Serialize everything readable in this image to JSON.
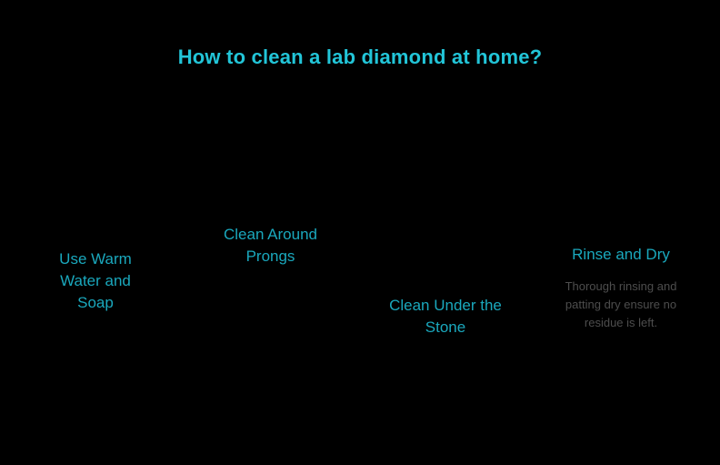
{
  "page": {
    "background_color": "#000000",
    "title_color": "#22c5d8",
    "heading_color": "#1aa8bd",
    "description_color": "#4d4d4d"
  },
  "header": {
    "title": "How to clean a lab diamond at home?"
  },
  "steps": [
    {
      "heading": "Use Warm Water and Soap",
      "description": ""
    },
    {
      "heading": "Clean Around Prongs",
      "description": ""
    },
    {
      "heading": "Clean Under the Stone",
      "description": ""
    },
    {
      "heading": "Rinse and Dry",
      "description": "Thorough rinsing and patting dry ensure no residue is left."
    }
  ]
}
